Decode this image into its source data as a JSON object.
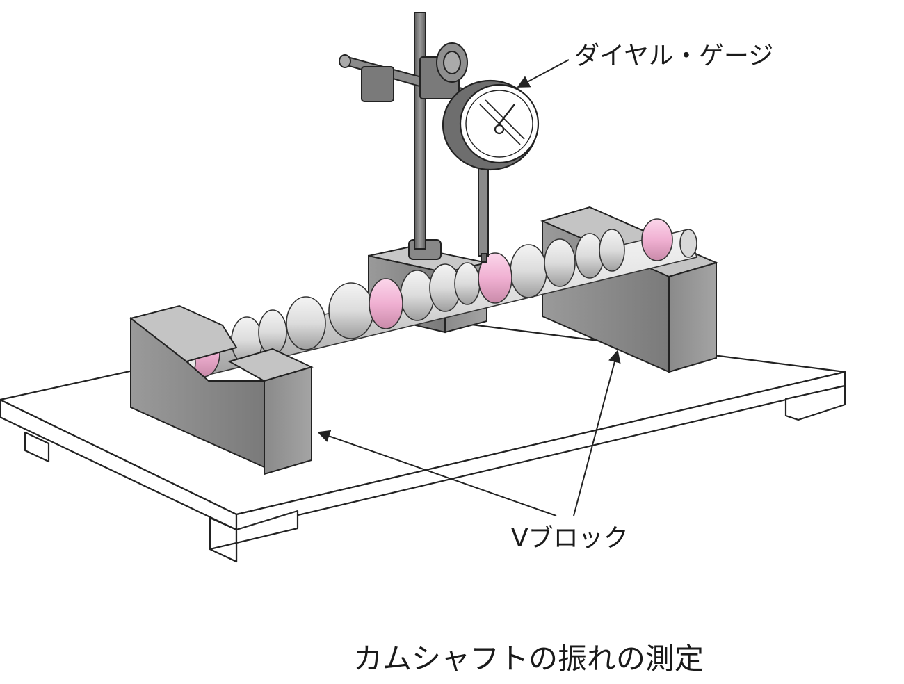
{
  "labels": {
    "dial_gauge": "ダイヤル・ゲージ",
    "v_block": "Vブロック"
  },
  "caption": "カムシャフトの振れの測定",
  "colors": {
    "block_gray": "#8f8f8f",
    "block_dark": "#6d6d6d",
    "block_light": "#b4b4b4",
    "journal_pink": "#f2b6d6",
    "shaft_light": "#e6e6e6",
    "stand_gray": "#7b7b7b",
    "line": "#222222"
  },
  "icons": {
    "dial_gauge": "dial-gauge-icon",
    "magnetic_stand": "magnetic-stand-icon",
    "camshaft": "camshaft-icon"
  }
}
